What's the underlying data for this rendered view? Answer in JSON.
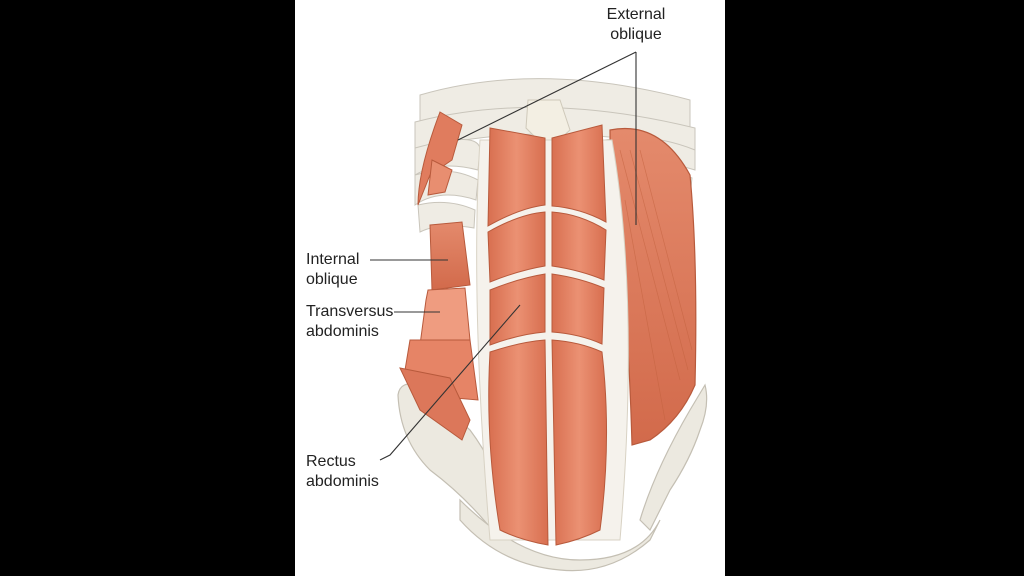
{
  "diagram": {
    "labels": {
      "external_oblique": "External\noblique",
      "internal_oblique": "Internal\noblique",
      "transversus_abdominis": "Transversus\nabdominis",
      "rectus_abdominis": "Rectus\nabdominis"
    }
  },
  "colors": {
    "background": "#000000",
    "panel": "#ffffff",
    "muscle": "#e58466",
    "muscle_dark": "#c8603f",
    "muscle_light": "#f0a487",
    "tendon": "#f4f1ea",
    "bone": "#ece9e0",
    "leader_line": "#333333",
    "label_text": "#222222"
  }
}
